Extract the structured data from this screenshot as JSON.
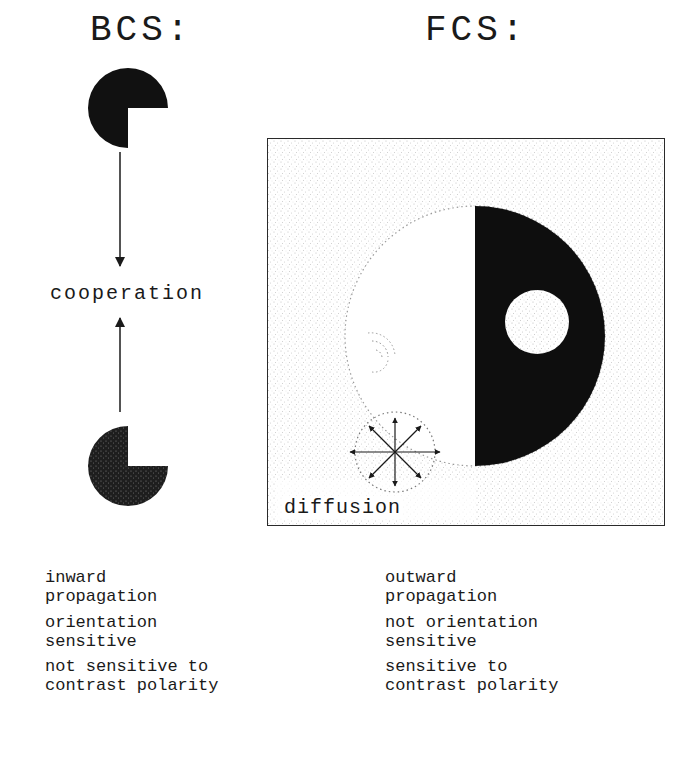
{
  "diagram": {
    "nodes": [
      {
        "text": [
          "diffusion"
        ]
      }
    ],
    "labels": [
      "BCS:",
      "FCS:",
      "cooperation",
      "inward propagation",
      "orientation sensitive",
      "not sensitive to contrast polarity",
      "outward propagation",
      "not orientation sensitive",
      "sensitive to contrast polarity"
    ]
  }
}
